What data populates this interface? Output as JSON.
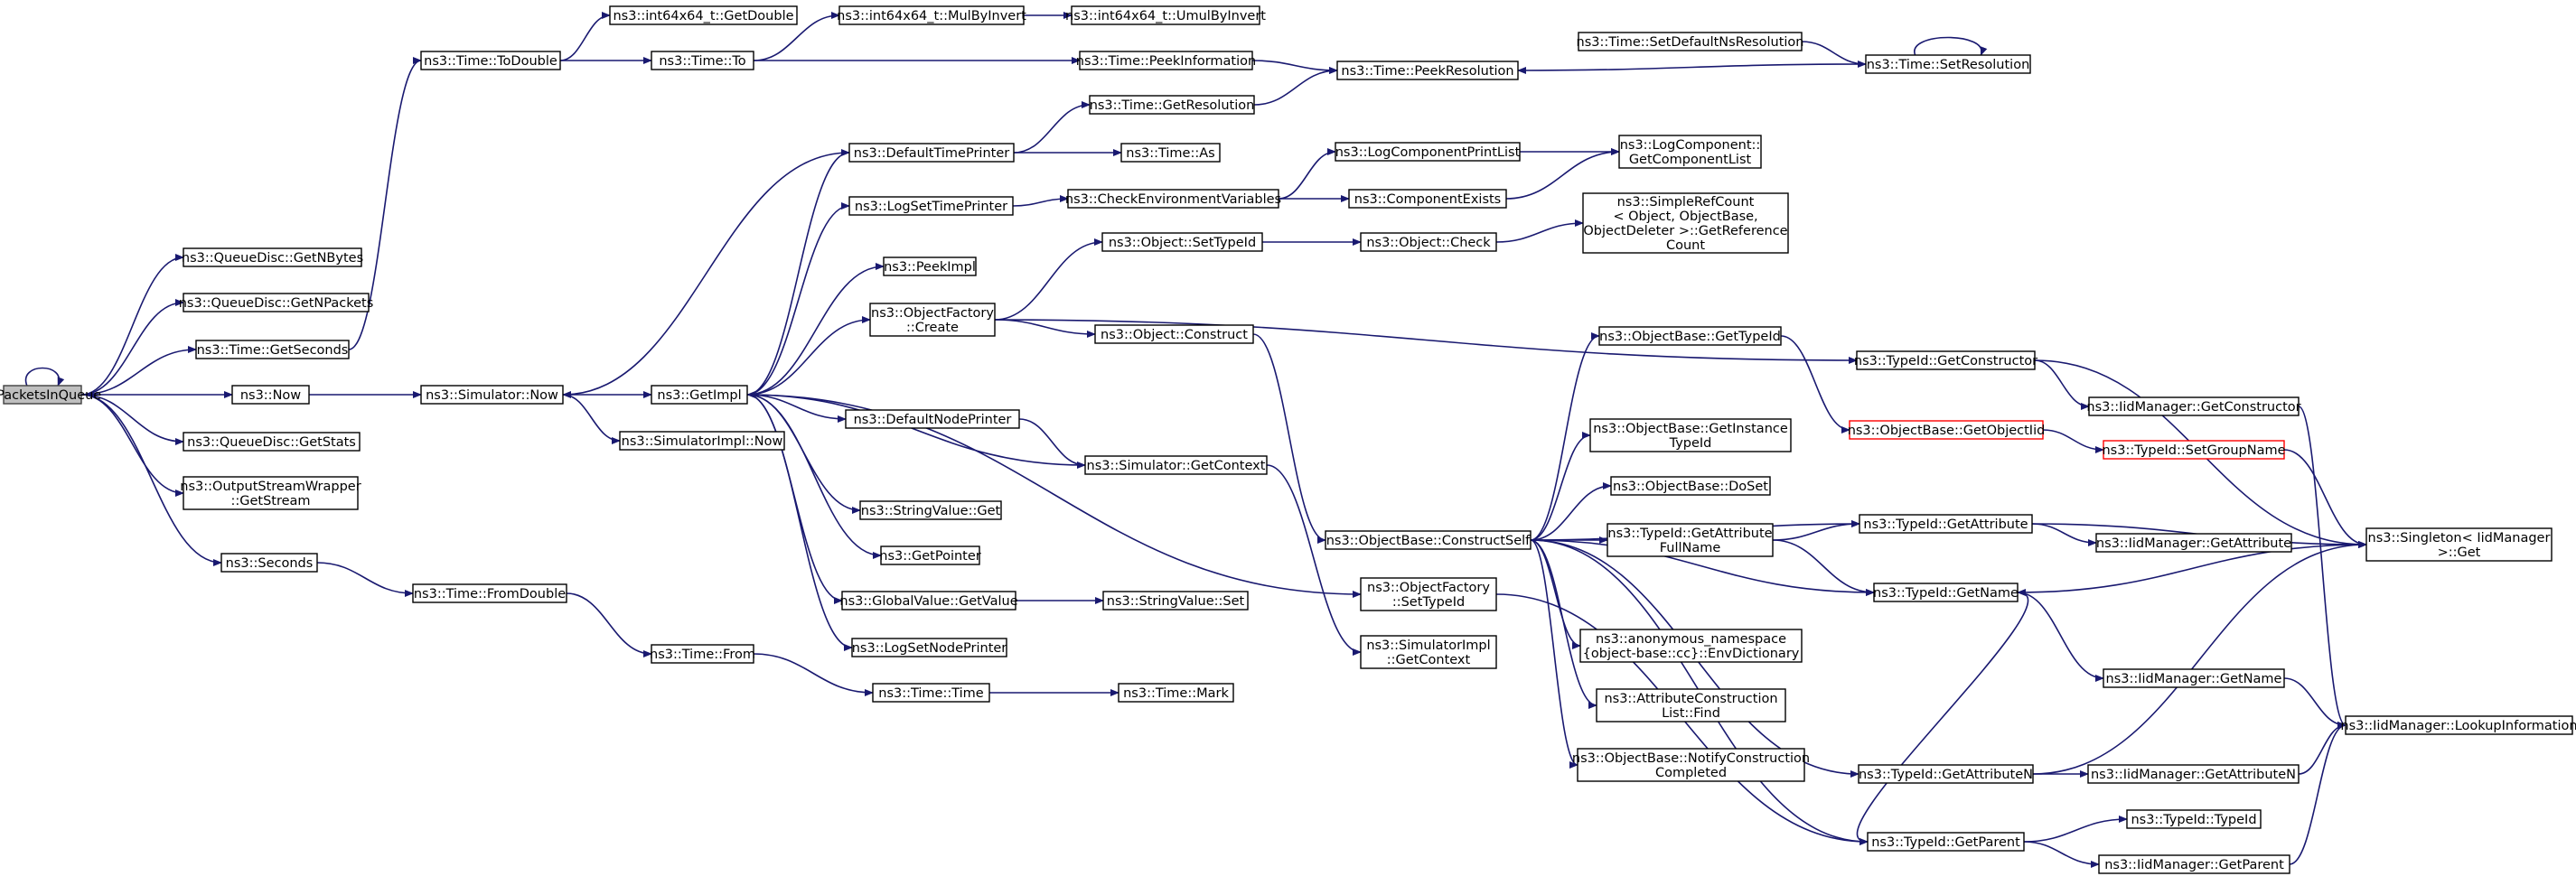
{
  "graph": {
    "title": "",
    "edge_color": "#191970",
    "nodes": [
      {
        "id": "root",
        "lines": [
          "TcPacketsInQueue"
        ],
        "style": "root"
      },
      {
        "id": "qd_nbytes",
        "lines": [
          "ns3::QueueDisc::GetNBytes"
        ]
      },
      {
        "id": "qd_npackets",
        "lines": [
          "ns3::QueueDisc::GetNPackets"
        ]
      },
      {
        "id": "time_getseconds",
        "lines": [
          "ns3::Time::GetSeconds"
        ]
      },
      {
        "id": "now",
        "lines": [
          "ns3::Now"
        ]
      },
      {
        "id": "qd_getstats",
        "lines": [
          "ns3::QueueDisc::GetStats"
        ]
      },
      {
        "id": "osw_getstream",
        "lines": [
          "ns3::OutputStreamWrapper",
          "::GetStream"
        ]
      },
      {
        "id": "seconds",
        "lines": [
          "ns3::Seconds"
        ]
      },
      {
        "id": "time_todouble",
        "lines": [
          "ns3::Time::ToDouble"
        ]
      },
      {
        "id": "sim_now",
        "lines": [
          "ns3::Simulator::Now"
        ]
      },
      {
        "id": "time_fromdouble",
        "lines": [
          "ns3::Time::FromDouble"
        ]
      },
      {
        "id": "i64_getdouble",
        "lines": [
          "ns3::int64x64_t::GetDouble"
        ]
      },
      {
        "id": "time_to",
        "lines": [
          "ns3::Time::To"
        ]
      },
      {
        "id": "getimpl",
        "lines": [
          "ns3::GetImpl"
        ]
      },
      {
        "id": "simimpl_now",
        "lines": [
          "ns3::SimulatorImpl::Now"
        ]
      },
      {
        "id": "time_from",
        "lines": [
          "ns3::Time::From"
        ]
      },
      {
        "id": "i64_mulbyinvert",
        "lines": [
          "ns3::int64x64_t::MulByInvert"
        ]
      },
      {
        "id": "defaulttimeprinter",
        "lines": [
          "ns3::DefaultTimePrinter"
        ]
      },
      {
        "id": "logsettimeprinter",
        "lines": [
          "ns3::LogSetTimePrinter"
        ]
      },
      {
        "id": "peekimpl",
        "lines": [
          "ns3::PeekImpl"
        ]
      },
      {
        "id": "of_create",
        "lines": [
          "ns3::ObjectFactory",
          "::Create"
        ]
      },
      {
        "id": "defaultnodeprinter",
        "lines": [
          "ns3::DefaultNodePrinter"
        ]
      },
      {
        "id": "stringvalue_get",
        "lines": [
          "ns3::StringValue::Get"
        ]
      },
      {
        "id": "getpointer",
        "lines": [
          "ns3::GetPointer"
        ]
      },
      {
        "id": "gv_getvalue",
        "lines": [
          "ns3::GlobalValue::GetValue"
        ]
      },
      {
        "id": "logsetnodeprinter",
        "lines": [
          "ns3::LogSetNodePrinter"
        ]
      },
      {
        "id": "time_time",
        "lines": [
          "ns3::Time::Time"
        ]
      },
      {
        "id": "i64_umulbyinvert",
        "lines": [
          "ns3::int64x64_t::UmulByInvert"
        ]
      },
      {
        "id": "time_peekinfo",
        "lines": [
          "ns3::Time::PeekInformation"
        ]
      },
      {
        "id": "time_getresolution",
        "lines": [
          "ns3::Time::GetResolution"
        ]
      },
      {
        "id": "time_as",
        "lines": [
          "ns3::Time::As"
        ]
      },
      {
        "id": "checkenv",
        "lines": [
          "ns3::CheckEnvironmentVariables"
        ]
      },
      {
        "id": "obj_settypeid",
        "lines": [
          "ns3::Object::SetTypeId"
        ]
      },
      {
        "id": "obj_construct",
        "lines": [
          "ns3::Object::Construct"
        ]
      },
      {
        "id": "sim_getcontext",
        "lines": [
          "ns3::Simulator::GetContext"
        ]
      },
      {
        "id": "stringvalue_set",
        "lines": [
          "ns3::StringValue::Set"
        ]
      },
      {
        "id": "time_mark",
        "lines": [
          "ns3::Time::Mark"
        ]
      },
      {
        "id": "time_peekresolution",
        "lines": [
          "ns3::Time::PeekResolution"
        ]
      },
      {
        "id": "logcompprintlist",
        "lines": [
          "ns3::LogComponentPrintList"
        ]
      },
      {
        "id": "componentexists",
        "lines": [
          "ns3::ComponentExists"
        ]
      },
      {
        "id": "obj_check",
        "lines": [
          "ns3::Object::Check"
        ]
      },
      {
        "id": "ob_constructself",
        "lines": [
          "ns3::ObjectBase::ConstructSelf"
        ]
      },
      {
        "id": "of_settypeid",
        "lines": [
          "ns3::ObjectFactory",
          "::SetTypeId"
        ]
      },
      {
        "id": "simimpl_getcontext",
        "lines": [
          "ns3::SimulatorImpl",
          "::GetContext"
        ]
      },
      {
        "id": "time_setdefaultnsres",
        "lines": [
          "ns3::Time::SetDefaultNsResolution"
        ]
      },
      {
        "id": "logcomp_getcomplist",
        "lines": [
          "ns3::LogComponent::",
          "GetComponentList"
        ]
      },
      {
        "id": "simplerefcount",
        "lines": [
          "ns3::SimpleRefCount",
          "< Object, ObjectBase,",
          "ObjectDeleter >::GetReference",
          "Count"
        ]
      },
      {
        "id": "ob_gettypeid",
        "lines": [
          "ns3::ObjectBase::GetTypeId"
        ]
      },
      {
        "id": "ob_getinstancetypeid",
        "lines": [
          "ns3::ObjectBase::GetInstance",
          "TypeId"
        ]
      },
      {
        "id": "ob_doset",
        "lines": [
          "ns3::ObjectBase::DoSet"
        ]
      },
      {
        "id": "tid_getattrfullname",
        "lines": [
          "ns3::TypeId::GetAttribute",
          "FullName"
        ]
      },
      {
        "id": "envdictionary",
        "lines": [
          "ns3::anonymous_namespace",
          "{object-base::cc}::EnvDictionary"
        ]
      },
      {
        "id": "attrconstructionlist_find",
        "lines": [
          "ns3::AttributeConstruction",
          "List::Find"
        ]
      },
      {
        "id": "ob_notifyconstructioncompleted",
        "lines": [
          "ns3::ObjectBase::NotifyConstruction",
          "Completed"
        ]
      },
      {
        "id": "time_setresolution",
        "lines": [
          "ns3::Time::SetResolution"
        ]
      },
      {
        "id": "tid_getconstructor",
        "lines": [
          "ns3::TypeId::GetConstructor"
        ]
      },
      {
        "id": "ob_getobjectiid",
        "lines": [
          "ns3::ObjectBase::GetObjectIid"
        ],
        "style": "red"
      },
      {
        "id": "tid_getattribute",
        "lines": [
          "ns3::TypeId::GetAttribute"
        ]
      },
      {
        "id": "tid_getname",
        "lines": [
          "ns3::TypeId::GetName"
        ]
      },
      {
        "id": "tid_getattributen",
        "lines": [
          "ns3::TypeId::GetAttributeN"
        ]
      },
      {
        "id": "tid_getparent",
        "lines": [
          "ns3::TypeId::GetParent"
        ]
      },
      {
        "id": "iid_getconstructor",
        "lines": [
          "ns3::IidManager::GetConstructor"
        ]
      },
      {
        "id": "tid_setgroupname",
        "lines": [
          "ns3::TypeId::SetGroupName"
        ],
        "style": "red"
      },
      {
        "id": "iid_getattribute",
        "lines": [
          "ns3::IidManager::GetAttribute"
        ]
      },
      {
        "id": "iid_getname",
        "lines": [
          "ns3::IidManager::GetName"
        ]
      },
      {
        "id": "iid_getattributen",
        "lines": [
          "ns3::IidManager::GetAttributeN"
        ]
      },
      {
        "id": "tid_typeid",
        "lines": [
          "ns3::TypeId::TypeId"
        ]
      },
      {
        "id": "iid_getparent",
        "lines": [
          "ns3::IidManager::GetParent"
        ]
      },
      {
        "id": "singleton_get",
        "lines": [
          "ns3::Singleton< IidManager",
          ">::Get"
        ]
      },
      {
        "id": "iid_lookupinfo",
        "lines": [
          "ns3::IidManager::LookupInformation"
        ]
      }
    ],
    "edges": [
      [
        "root",
        "root"
      ],
      [
        "root",
        "qd_nbytes"
      ],
      [
        "root",
        "qd_npackets"
      ],
      [
        "root",
        "time_getseconds"
      ],
      [
        "root",
        "now"
      ],
      [
        "root",
        "qd_getstats"
      ],
      [
        "root",
        "osw_getstream"
      ],
      [
        "root",
        "seconds"
      ],
      [
        "time_getseconds",
        "time_todouble"
      ],
      [
        "time_todouble",
        "i64_getdouble"
      ],
      [
        "time_todouble",
        "time_to"
      ],
      [
        "now",
        "sim_now"
      ],
      [
        "sim_now",
        "getimpl"
      ],
      [
        "sim_now",
        "simimpl_now"
      ],
      [
        "seconds",
        "time_fromdouble"
      ],
      [
        "time_fromdouble",
        "time_from"
      ],
      [
        "time_from",
        "time_time"
      ],
      [
        "time_time",
        "time_mark"
      ],
      [
        "time_to",
        "i64_mulbyinvert"
      ],
      [
        "time_to",
        "time_peekinfo"
      ],
      [
        "i64_mulbyinvert",
        "i64_umulbyinvert"
      ],
      [
        "time_peekinfo",
        "time_peekresolution"
      ],
      [
        "time_getresolution",
        "time_peekresolution"
      ],
      [
        "time_setdefaultnsres",
        "time_setresolution"
      ],
      [
        "time_setresolution",
        "time_peekresolution"
      ],
      [
        "time_setresolution",
        "time_setresolution"
      ],
      [
        "getimpl",
        "defaulttimeprinter"
      ],
      [
        "getimpl",
        "logsettimeprinter"
      ],
      [
        "getimpl",
        "peekimpl"
      ],
      [
        "getimpl",
        "of_create"
      ],
      [
        "getimpl",
        "defaultnodeprinter"
      ],
      [
        "getimpl",
        "stringvalue_get"
      ],
      [
        "getimpl",
        "getpointer"
      ],
      [
        "getimpl",
        "gv_getvalue"
      ],
      [
        "getimpl",
        "logsetnodeprinter"
      ],
      [
        "getimpl",
        "of_settypeid"
      ],
      [
        "defaulttimeprinter",
        "time_getresolution"
      ],
      [
        "defaulttimeprinter",
        "time_as"
      ],
      [
        "defaulttimeprinter",
        "sim_now"
      ],
      [
        "logsettimeprinter",
        "checkenv"
      ],
      [
        "checkenv",
        "logcompprintlist"
      ],
      [
        "checkenv",
        "componentexists"
      ],
      [
        "logcompprintlist",
        "logcomp_getcomplist"
      ],
      [
        "componentexists",
        "logcomp_getcomplist"
      ],
      [
        "of_create",
        "obj_settypeid"
      ],
      [
        "of_create",
        "obj_construct"
      ],
      [
        "of_create",
        "tid_getconstructor"
      ],
      [
        "obj_settypeid",
        "obj_check"
      ],
      [
        "obj_check",
        "simplerefcount"
      ],
      [
        "obj_construct",
        "ob_constructself"
      ],
      [
        "defaultnodeprinter",
        "sim_getcontext"
      ],
      [
        "sim_getcontext",
        "getimpl"
      ],
      [
        "sim_getcontext",
        "simimpl_getcontext"
      ],
      [
        "gv_getvalue",
        "stringvalue_set"
      ],
      [
        "ob_constructself",
        "ob_gettypeid"
      ],
      [
        "ob_constructself",
        "ob_getinstancetypeid"
      ],
      [
        "ob_constructself",
        "ob_doset"
      ],
      [
        "ob_constructself",
        "tid_getattrfullname"
      ],
      [
        "ob_constructself",
        "envdictionary"
      ],
      [
        "ob_constructself",
        "attrconstructionlist_find"
      ],
      [
        "ob_constructself",
        "ob_notifyconstructioncompleted"
      ],
      [
        "ob_constructself",
        "tid_getattribute"
      ],
      [
        "ob_constructself",
        "tid_getname"
      ],
      [
        "ob_constructself",
        "tid_getattributen"
      ],
      [
        "ob_constructself",
        "tid_getparent"
      ],
      [
        "ob_gettypeid",
        "ob_getobjectiid"
      ],
      [
        "ob_getobjectiid",
        "tid_setgroupname"
      ],
      [
        "tid_setgroupname",
        "singleton_get"
      ],
      [
        "of_settypeid",
        "tid_getparent"
      ],
      [
        "tid_getattrfullname",
        "tid_getattribute"
      ],
      [
        "tid_getattrfullname",
        "tid_getname"
      ],
      [
        "tid_getconstructor",
        "iid_getconstructor"
      ],
      [
        "tid_getconstructor",
        "singleton_get"
      ],
      [
        "tid_getattribute",
        "iid_getattribute"
      ],
      [
        "tid_getattribute",
        "singleton_get"
      ],
      [
        "tid_getname",
        "iid_getname"
      ],
      [
        "tid_getname",
        "singleton_get"
      ],
      [
        "tid_getattributen",
        "iid_getattributen"
      ],
      [
        "tid_getattributen",
        "singleton_get"
      ],
      [
        "tid_getparent",
        "tid_typeid"
      ],
      [
        "tid_getparent",
        "iid_getparent"
      ],
      [
        "tid_getparent",
        "tid_getname"
      ],
      [
        "iid_getconstructor",
        "iid_lookupinfo"
      ],
      [
        "iid_getname",
        "iid_lookupinfo"
      ],
      [
        "iid_getattributen",
        "iid_lookupinfo"
      ],
      [
        "iid_getparent",
        "iid_lookupinfo"
      ]
    ]
  }
}
